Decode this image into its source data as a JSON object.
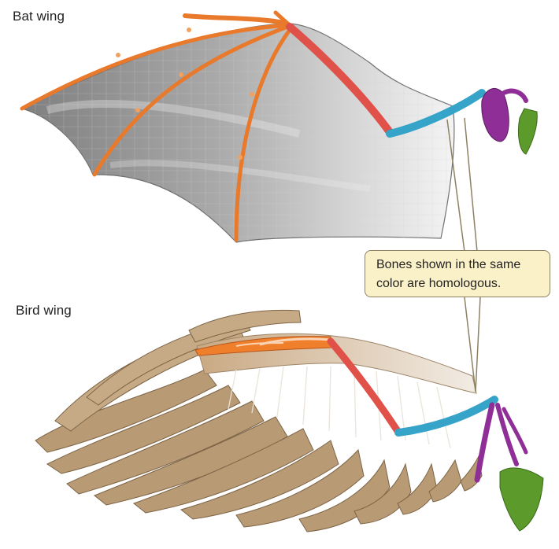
{
  "labels": {
    "bat": "Bat wing",
    "bird": "Bird wing"
  },
  "callout": {
    "line1": "Bones shown in the same",
    "line2": "color are homologous."
  },
  "bone_colors": {
    "humerus": "#36a3c8",
    "forearm": "#e0514a",
    "hand": "#f07f2c",
    "shoulder": "#8e2e96",
    "scapula": "#5c9b2b"
  },
  "membrane_color": "#9a9a9a",
  "feather_color": "#b89b74",
  "callout_fill": "#fbf1c9"
}
